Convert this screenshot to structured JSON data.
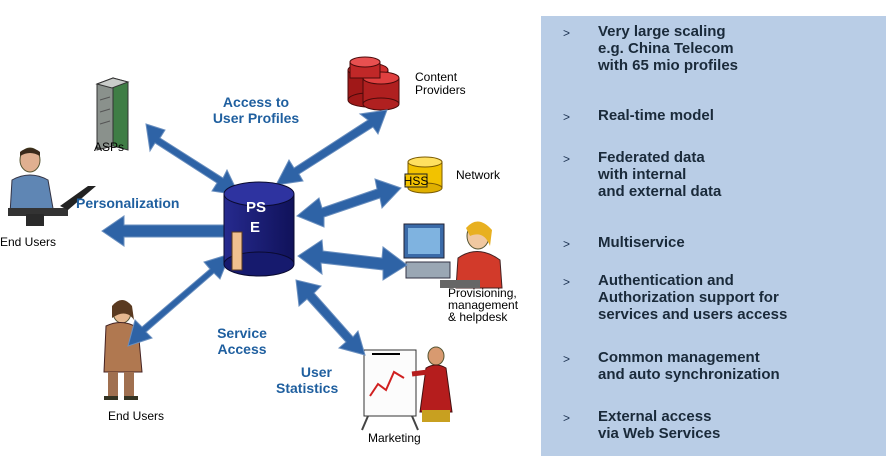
{
  "diagram": {
    "center": "PSE",
    "center_line1": "PS",
    "center_line2": "E",
    "nodes": {
      "asps": "ASPs",
      "content_providers": "Content\nProviders",
      "hss": "HSS",
      "network": "Network",
      "end_users_left": "End Users",
      "provisioning": "Provisioning,\nmanagement\n& helpdesk",
      "end_users_bottom": "End Users",
      "marketing": "Marketing"
    },
    "arrow_labels": {
      "access_profiles": "Access to\nUser Profiles",
      "personalization": "Personalization",
      "service_access": "Service\nAccess",
      "user_statistics": "User\nStatistics"
    }
  },
  "features": [
    "Very large scaling\ne.g. China Telecom\nwith 65 mio profiles",
    "Real-time model",
    "Federated data\nwith internal\nand external data",
    "Multiservice",
    "Authentication and\nAuthorization support for\nservices and users access",
    "Common management\nand auto synchronization",
    "External access\nvia Web Services"
  ],
  "bullet_mark": ">",
  "colors": {
    "arrow": "#2e63a6",
    "pse": "#1c1f7a",
    "panel": "#b9cde6",
    "label_blue": "#1f5f9f"
  }
}
